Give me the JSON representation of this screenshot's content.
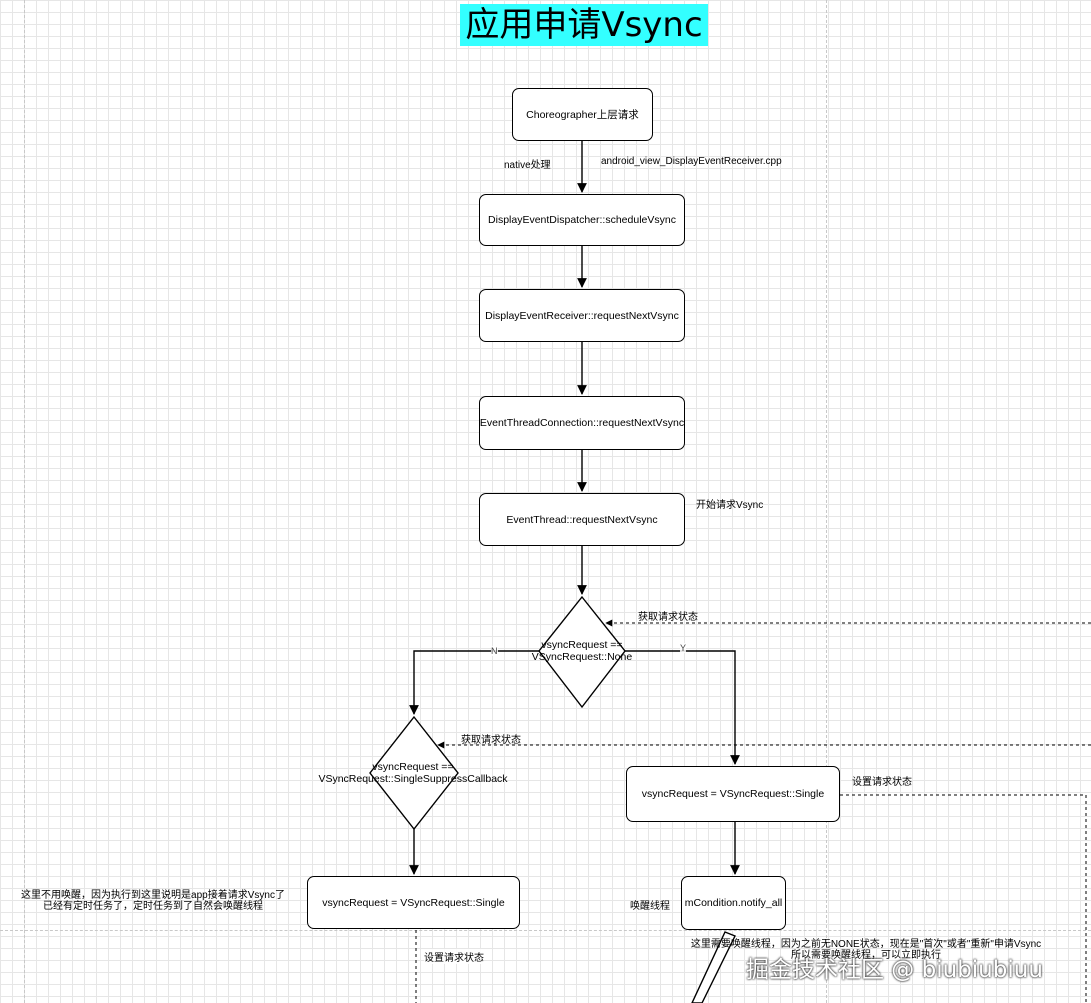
{
  "title": "应用申请Vsync",
  "nodes": {
    "choreographer": "Choreographer上层请求",
    "dispatcher": "DisplayEventDispatcher::scheduleVsync",
    "receiver": "DisplayEventReceiver::requestNextVsync",
    "connection": "EventThreadConnection::requestNextVsync",
    "event_thread": "EventThread::requestNextVsync",
    "decision_none_line1": "vsyncRequest ==",
    "decision_none_line2": "VSyncRequest::None",
    "decision_suppress_line1": "vsyncRequest ==",
    "decision_suppress_line2": "VSyncRequest::SingleSuppressCallback",
    "set_single_right": "vsyncRequest = VSyncRequest::Single",
    "set_single_left": "vsyncRequest = VSyncRequest::Single",
    "notify_all": "mCondition.notify_all"
  },
  "notes": {
    "native": "native处理",
    "cpp_file": "android_view_DisplayEventReceiver.cpp",
    "start_request": "开始请求Vsync",
    "get_state_1": "获取请求状态",
    "get_state_2": "获取请求状态",
    "branch_no": "N",
    "branch_yes": "Y",
    "set_state_right": "设置请求状态",
    "set_state_bottom": "设置请求状态",
    "wake_thread": "唤醒线程",
    "no_wake_line1": "这里不用唤醒，因为执行到这里说明是app接着请求Vsync了",
    "no_wake_line2": "已经有定时任务了，定时任务到了自然会唤醒线程",
    "need_wake_line1": "这里需要唤醒线程，因为之前无NONE状态，现在是\"首次\"或者\"重新\"申请Vsync",
    "need_wake_line2": "所以需要唤醒线程，可以立即执行"
  },
  "watermark": "掘金技术社区 @ biubiubiuu"
}
